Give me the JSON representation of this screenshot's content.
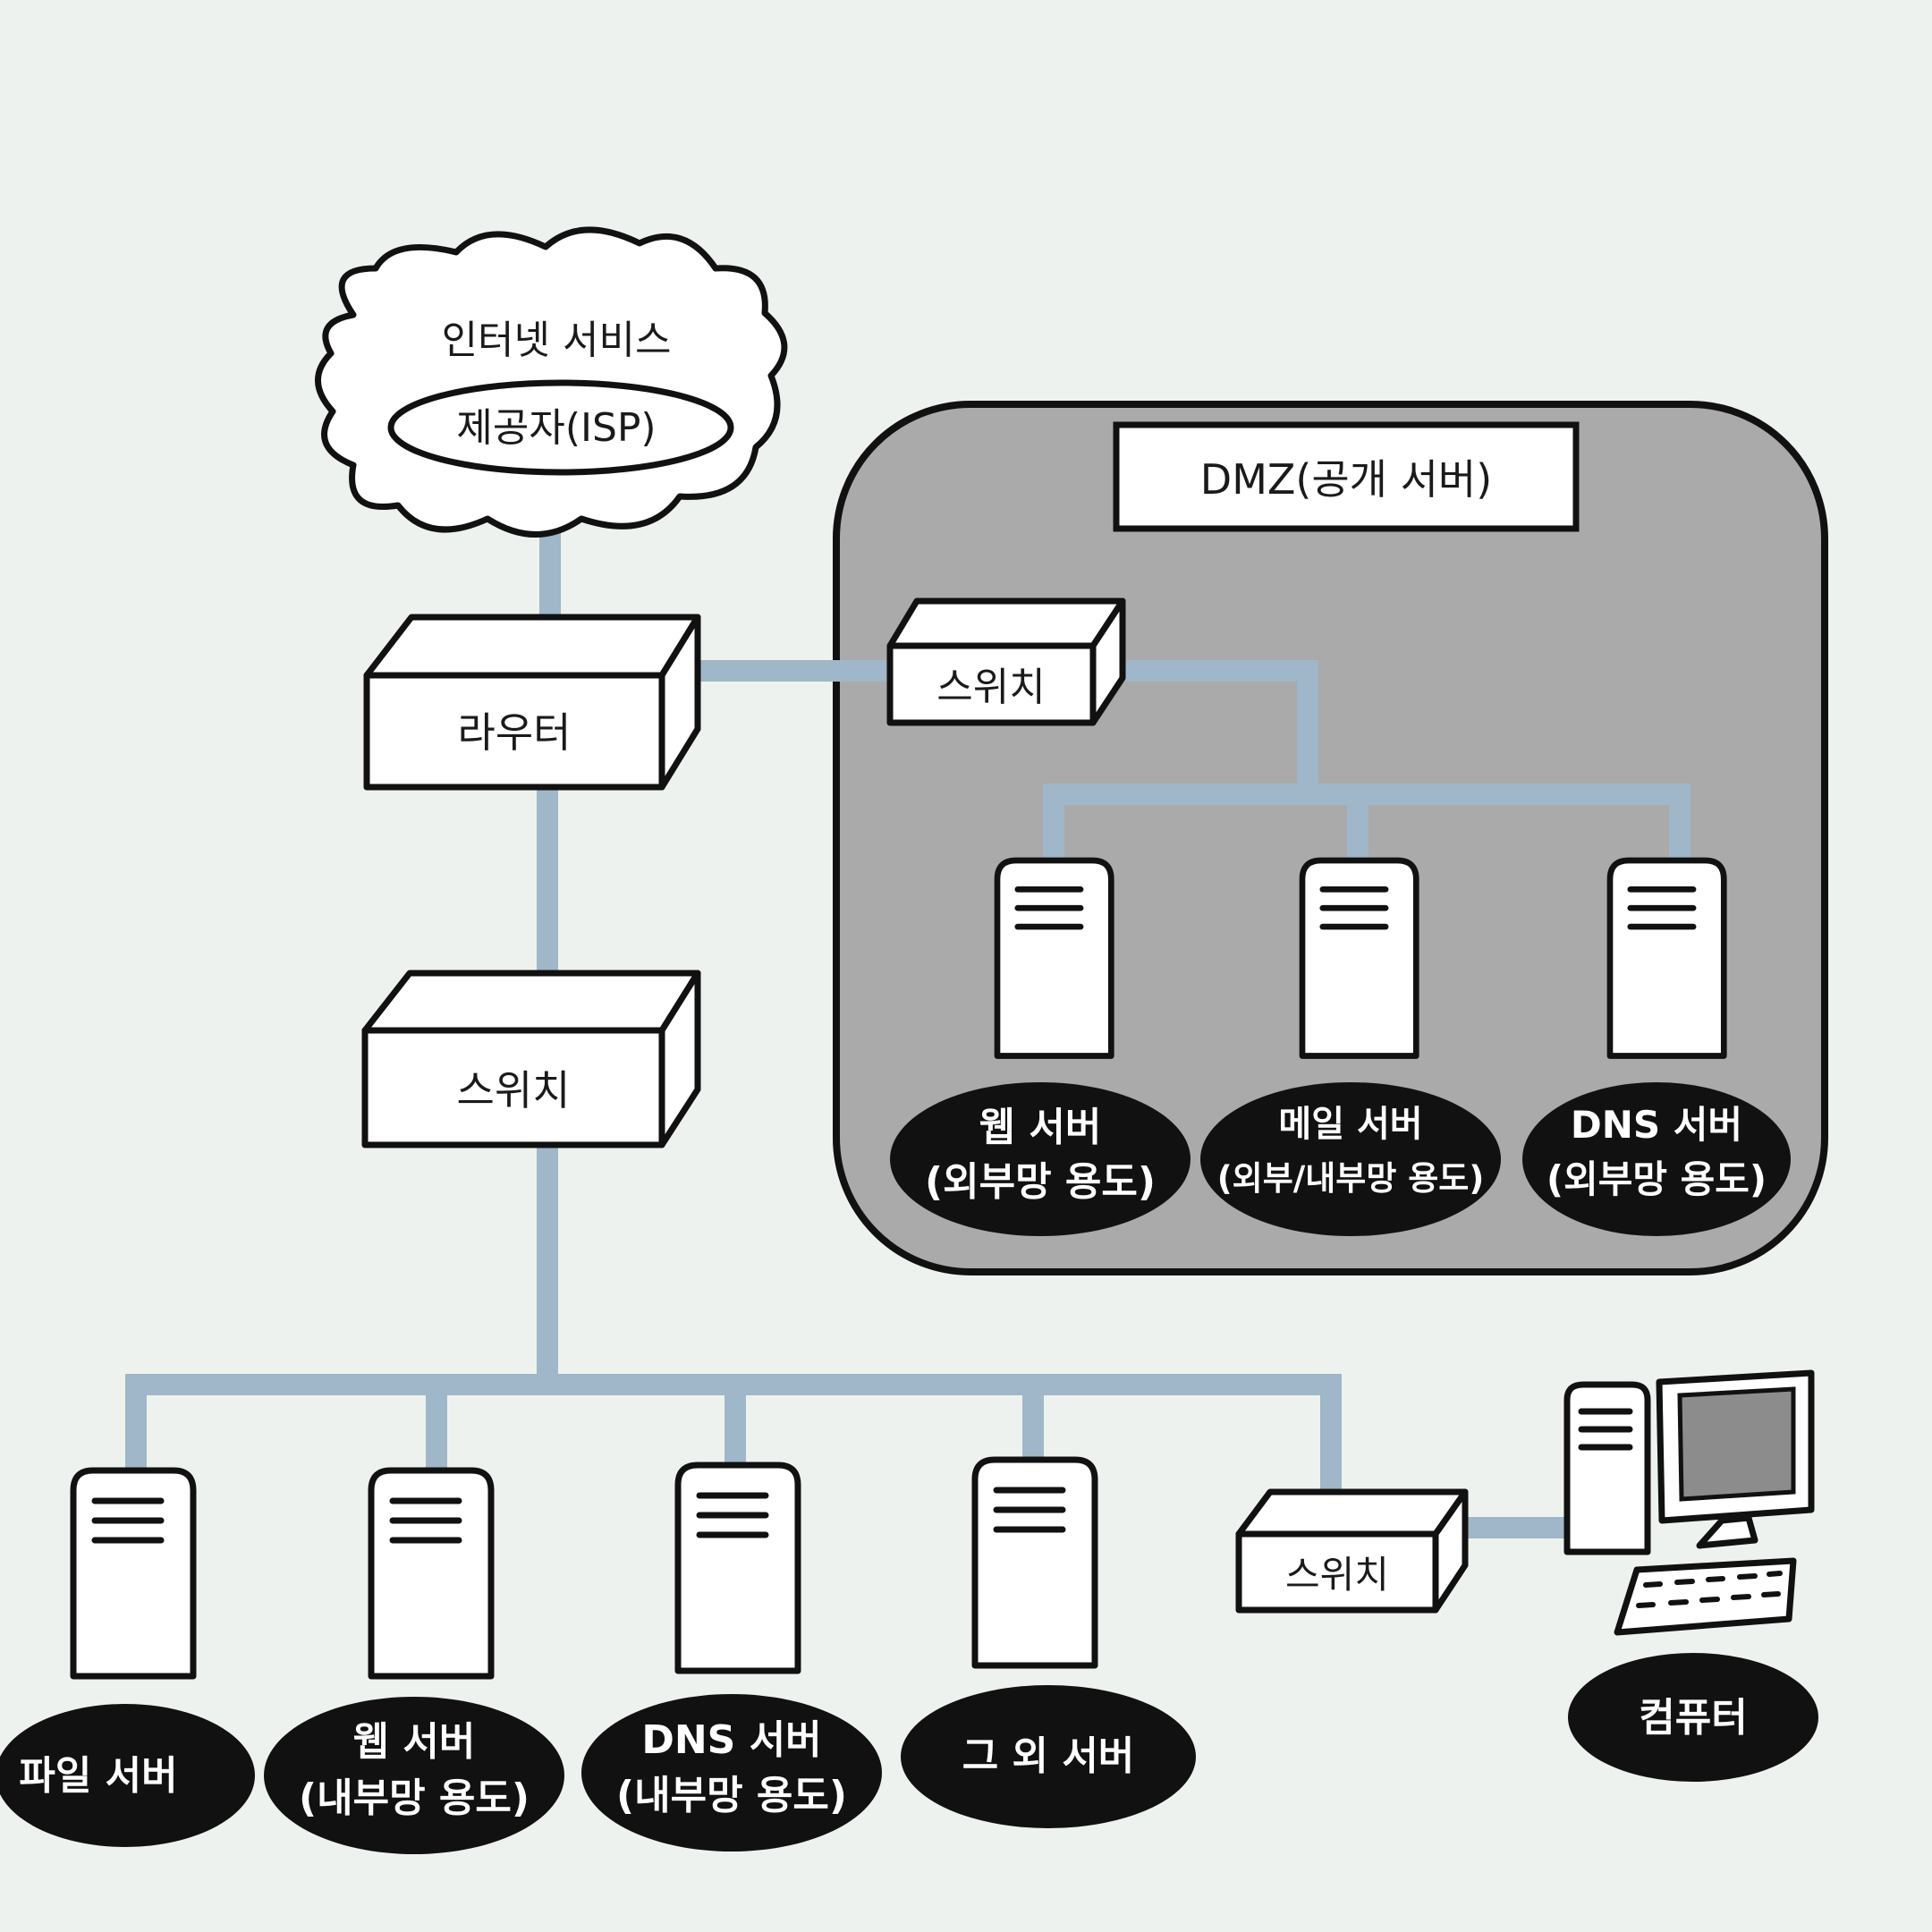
{
  "colors": {
    "paper": "#eef2ef",
    "wire": "#9fb7c8",
    "dmz_fill": "#a9aaa9",
    "ink": "#111111",
    "label_bg": "#111111",
    "label_text": "#ffffff"
  },
  "isp": {
    "line1": "인터넷 서비스",
    "line2": "제공자(ISP)"
  },
  "router": {
    "label": "라우터"
  },
  "core_switch": {
    "label": "스위치"
  },
  "dmz": {
    "title": "DMZ(공개 서버)",
    "switch_label": "스위치",
    "servers": [
      {
        "line1": "웹 서버",
        "line2": "(외부망 용도)"
      },
      {
        "line1": "메일 서버",
        "line2": "(외부/내부망 용도)"
      },
      {
        "line1": "DNS 서버",
        "line2": "(외부망 용도)"
      }
    ]
  },
  "internal": {
    "servers": [
      {
        "line1": "파일 서버",
        "line2": ""
      },
      {
        "line1": "웹 서버",
        "line2": "(내부망 용도)"
      },
      {
        "line1": "DNS 서버",
        "line2": "(내부망 용도)"
      },
      {
        "line1": "그 외 서버",
        "line2": ""
      }
    ],
    "switch_label": "스위치",
    "computer_label": "컴퓨터"
  }
}
